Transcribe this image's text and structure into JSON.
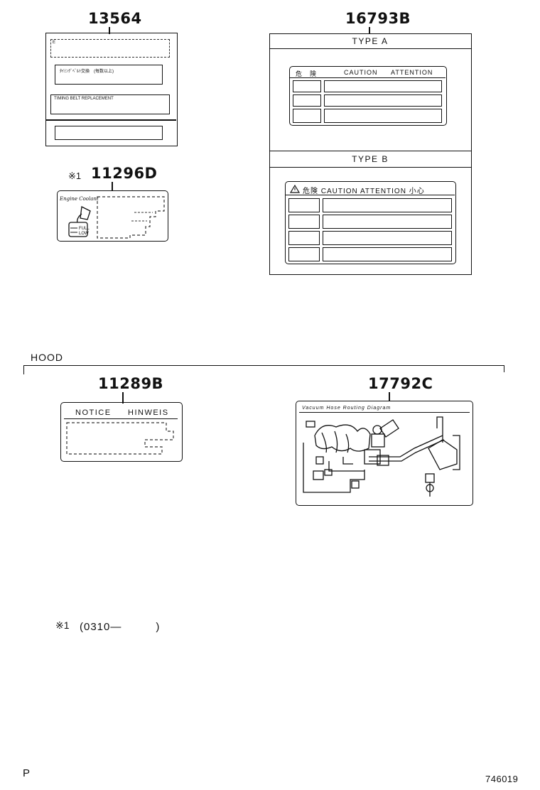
{
  "labels": {
    "p13564": {
      "part_number": "13564",
      "text_line1": "ﾀｲﾐﾝｸﾞﾍﾞﾙﾄ交換　(每数以上)",
      "text_line2": "TIMING BELT REPLACEMENT"
    },
    "p16793b": {
      "part_number": "16793B",
      "type_a": "TYPE A",
      "type_b": "TYPE B",
      "type_a_header": [
        "危　険",
        "CAUTION",
        "ATTENTION"
      ],
      "type_b_header": "危険 CAUTION ATTENTION 小心"
    },
    "p11296d": {
      "part_number": "11296D",
      "marker": "※1",
      "coolant_text": "Engine Coolant",
      "full": "FULL",
      "low": "LOW"
    },
    "p11289b": {
      "part_number": "11289B",
      "header_left": "NOTICE",
      "header_right": "HINWEIS"
    },
    "p17792c": {
      "part_number": "17792C",
      "title": "Vacuum Hose Routing Diagram"
    }
  },
  "section": {
    "hood_label": "HOOD"
  },
  "footnote": {
    "marker": "※1",
    "text": "(0310—　　　)"
  },
  "page": {
    "letter": "P",
    "diagram_id": "746019"
  }
}
